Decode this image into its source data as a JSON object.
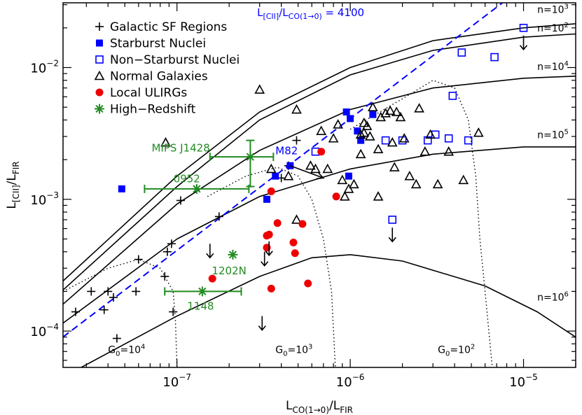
{
  "chart_data": {
    "type": "scatter",
    "log_x": true,
    "log_y": true,
    "xlim": [
      2.2e-08,
      2e-05
    ],
    "ylim": [
      5.3e-05,
      0.031
    ],
    "xlabel": {
      "main": "L",
      "sub": "CO(1→0)",
      "rest": "/L",
      "sub2": "FIR"
    },
    "ylabel": {
      "main": "L",
      "sub": "[CII]",
      "rest": "/L",
      "sub2": "FIR"
    },
    "x_ticks": [
      {
        "value": 1e-07,
        "base": "10",
        "exp": "−7"
      },
      {
        "value": 1e-06,
        "base": "10",
        "exp": "−6"
      },
      {
        "value": 1e-05,
        "base": "10",
        "exp": "−5"
      }
    ],
    "y_ticks": [
      {
        "value": 0.0001,
        "base": "10",
        "exp": "−4"
      },
      {
        "value": 0.001,
        "base": "10",
        "exp": "−3"
      },
      {
        "value": 0.01,
        "base": "10",
        "exp": "−2"
      }
    ],
    "colors": {
      "green": "#228B22",
      "blue": "#0000ff",
      "red": "#ee0000",
      "black": "#000000"
    },
    "legend": {
      "placement": "top-left",
      "entries": [
        {
          "label": "Galactic SF Regions",
          "marker": "plus",
          "color": "#000000"
        },
        {
          "label": "Starburst Nuclei",
          "marker": "filled-square",
          "color": "#0000ff"
        },
        {
          "label": "Non−Starburst Nuclei",
          "marker": "open-square",
          "color": "#0000ff"
        },
        {
          "label": "Normal Galaxies",
          "marker": "open-triangle",
          "color": "#000000"
        },
        {
          "label": "Local ULIRGs",
          "marker": "filled-circle",
          "color": "#ee0000"
        },
        {
          "label": "High−Redshift",
          "marker": "asterisk",
          "color": "#228B22"
        }
      ]
    },
    "ratio_line": {
      "ratio": 4100,
      "label_pre": "L",
      "label_sub1": "[CII]",
      "label_mid": "/L",
      "label_sub2": "CO(1→0)",
      "label_post": " = 4100",
      "color": "#0000ff"
    },
    "density_curves": [
      {
        "label": "n=10",
        "exp": "3",
        "points": [
          [
            2.2e-08,
            0.00024
          ],
          [
            1e-07,
            0.0015
          ],
          [
            3e-07,
            0.0046
          ],
          [
            1e-06,
            0.01
          ],
          [
            3e-06,
            0.016
          ],
          [
            1e-05,
            0.02
          ],
          [
            2e-05,
            0.0215
          ]
        ]
      },
      {
        "label": "n=10",
        "exp": "2",
        "points": [
          [
            2.2e-08,
            0.000205
          ],
          [
            1e-07,
            0.00125
          ],
          [
            3e-07,
            0.004
          ],
          [
            1e-06,
            0.0088
          ],
          [
            3e-06,
            0.0135
          ],
          [
            1e-05,
            0.017
          ],
          [
            2e-05,
            0.018
          ]
        ]
      },
      {
        "label": "n=10",
        "exp": "4",
        "points": [
          [
            2.2e-08,
            0.00016
          ],
          [
            1e-07,
            0.00092
          ],
          [
            3e-07,
            0.00235
          ],
          [
            1e-06,
            0.0048
          ],
          [
            3e-06,
            0.007
          ],
          [
            1e-05,
            0.0083
          ],
          [
            2e-05,
            0.0086
          ]
        ]
      },
      {
        "label": "n=10",
        "exp": "5",
        "points": [
          [
            2.2e-08,
            0.000115
          ],
          [
            1e-07,
            0.0005
          ],
          [
            3e-07,
            0.00105
          ],
          [
            1e-06,
            0.0017
          ],
          [
            3e-06,
            0.0022
          ],
          [
            1e-05,
            0.0025
          ],
          [
            2e-05,
            0.0025
          ]
        ]
      },
      {
        "label": "n=10",
        "exp": "6",
        "points": [
          [
            2.8e-08,
            5.3e-05
          ],
          [
            1e-07,
            0.00013
          ],
          [
            3e-07,
            0.00026
          ],
          [
            6e-07,
            0.00036
          ],
          [
            1e-06,
            0.00038
          ],
          [
            2e-06,
            0.00034
          ],
          [
            6e-06,
            0.00022
          ],
          [
            1.2e-05,
            0.00014
          ],
          [
            2e-05,
            9e-05
          ]
        ]
      }
    ],
    "g0_curves": [
      {
        "label": "G",
        "sub": "0",
        "rest": "=10",
        "exp": "4",
        "points": [
          [
            2.2e-08,
            0.0002
          ],
          [
            4e-08,
            0.0003
          ],
          [
            6e-08,
            0.00035
          ],
          [
            8e-08,
            0.0003
          ],
          [
            9.5e-08,
            0.0002
          ],
          [
            9.8e-08,
            0.00012
          ],
          [
            1e-07,
            5.3e-05
          ]
        ]
      },
      {
        "label": "G",
        "sub": "0",
        "rest": "=10",
        "exp": "3",
        "points": [
          [
            1.5e-07,
            0.00105
          ],
          [
            2.5e-07,
            0.0015
          ],
          [
            3.8e-07,
            0.00175
          ],
          [
            5e-07,
            0.0015
          ],
          [
            6e-07,
            0.001
          ],
          [
            7e-07,
            0.0005
          ],
          [
            7.8e-07,
            0.0002
          ],
          [
            8.2e-07,
            5.3e-05
          ]
        ]
      },
      {
        "label": "G",
        "sub": "0",
        "rest": "=10",
        "exp": "2",
        "points": [
          [
            1e-06,
            0.0034
          ],
          [
            2e-06,
            0.0058
          ],
          [
            3e-06,
            0.008
          ],
          [
            4e-06,
            0.007
          ],
          [
            4.8e-06,
            0.004
          ],
          [
            5.3e-06,
            0.0015
          ],
          [
            5.6e-06,
            0.0005
          ],
          [
            6e-06,
            0.0002
          ],
          [
            6.6e-06,
            5.3e-05
          ]
        ]
      }
    ],
    "series": [
      {
        "name": "Galactic SF Regions",
        "marker": "plus",
        "color": "#000000",
        "points": [
          [
            2.6e-08,
            0.00014
          ],
          [
            3.2e-08,
            0.0002
          ],
          [
            3.8e-08,
            0.000145
          ],
          [
            4e-08,
            0.0002
          ],
          [
            4.3e-08,
            0.00018
          ],
          [
            4.5e-08,
            8.8e-05
          ],
          [
            5.8e-08,
            0.0002
          ],
          [
            6e-08,
            0.00035
          ],
          [
            8.5e-08,
            0.00026
          ],
          [
            8.8e-08,
            0.0004
          ],
          [
            9.3e-08,
            0.00046
          ],
          [
            9.5e-08,
            0.00014
          ],
          [
            1.05e-07,
            0.00098
          ],
          [
            1.75e-07,
            0.00074
          ],
          [
            4e-07,
            0.00145
          ],
          [
            4.4e-07,
            0.0018
          ],
          [
            4.9e-07,
            0.0028
          ]
        ]
      },
      {
        "name": "Starburst Nuclei",
        "marker": "filled-square",
        "color": "#0000ff",
        "points": [
          [
            4.8e-08,
            0.0012
          ],
          [
            3.3e-07,
            0.001
          ],
          [
            3.7e-07,
            0.0015
          ],
          [
            4.5e-07,
            0.0018
          ],
          [
            9.5e-07,
            0.0046
          ],
          [
            1e-06,
            0.0041
          ],
          [
            1.1e-06,
            0.0033
          ],
          [
            1.15e-06,
            0.0028
          ],
          [
            1.35e-06,
            0.0044
          ],
          [
            9.8e-07,
            0.0015
          ]
        ]
      },
      {
        "name": "Non−Starburst Nuclei",
        "marker": "open-square",
        "color": "#0000ff",
        "points": [
          [
            1e-05,
            0.02
          ],
          [
            4.4e-06,
            0.013
          ],
          [
            6.8e-06,
            0.012
          ],
          [
            3.9e-06,
            0.0061
          ],
          [
            6.3e-07,
            0.0023
          ],
          [
            1.6e-06,
            0.0028
          ],
          [
            2e-06,
            0.0028
          ],
          [
            2.8e-06,
            0.0028
          ],
          [
            3.1e-06,
            0.0031
          ],
          [
            3.7e-06,
            0.0029
          ],
          [
            4.8e-06,
            0.0028
          ],
          [
            1.75e-06,
            0.0007
          ]
        ]
      },
      {
        "name": "Normal Galaxies",
        "marker": "open-triangle",
        "color": "#000000",
        "points": [
          [
            8.6e-08,
            0.0027
          ],
          [
            3e-07,
            0.0068
          ],
          [
            4.9e-07,
            0.0048
          ],
          [
            3.5e-07,
            0.0017
          ],
          [
            4.4e-07,
            0.0015
          ],
          [
            4.9e-07,
            0.0007
          ],
          [
            5.9e-07,
            0.0018
          ],
          [
            6.3e-07,
            0.0017
          ],
          [
            6.8e-07,
            0.0033
          ],
          [
            7.4e-07,
            0.0017
          ],
          [
            8e-07,
            0.0029
          ],
          [
            8.5e-07,
            0.0037
          ],
          [
            9e-07,
            0.0014
          ],
          [
            9.3e-07,
            0.00105
          ],
          [
            9.8e-07,
            0.0012
          ],
          [
            1.05e-06,
            0.0013
          ],
          [
            1.15e-06,
            0.0031
          ],
          [
            1.2e-06,
            0.0038
          ],
          [
            1.25e-06,
            0.0036
          ],
          [
            1.3e-06,
            0.003
          ],
          [
            1.35e-06,
            0.005
          ],
          [
            1.45e-06,
            0.00105
          ],
          [
            1.45e-06,
            0.0024
          ],
          [
            1.5e-06,
            0.0042
          ],
          [
            1.6e-06,
            0.0045
          ],
          [
            1.7e-06,
            0.0047
          ],
          [
            1.75e-06,
            0.0027
          ],
          [
            1.8e-06,
            0.00175
          ],
          [
            1.85e-06,
            0.0046
          ],
          [
            1.95e-06,
            0.0042
          ],
          [
            2.05e-06,
            0.0029
          ],
          [
            2.2e-06,
            0.0015
          ],
          [
            2.4e-06,
            0.0013
          ],
          [
            2.5e-06,
            0.0049
          ],
          [
            2.7e-06,
            0.0023
          ],
          [
            2.9e-06,
            0.0031
          ],
          [
            3.2e-06,
            0.0013
          ],
          [
            3.7e-06,
            0.0023
          ],
          [
            4.5e-06,
            0.0014
          ],
          [
            5.5e-06,
            0.0032
          ],
          [
            1.15e-06,
            0.0022
          ],
          [
            1.2e-06,
            0.0032
          ]
        ]
      },
      {
        "name": "Local ULIRGs",
        "marker": "filled-circle",
        "color": "#ee0000",
        "points": [
          [
            3.5e-07,
            0.00115
          ],
          [
            6.8e-07,
            0.0023
          ],
          [
            8.3e-07,
            0.00105
          ],
          [
            3.8e-07,
            0.00066
          ],
          [
            4.7e-07,
            0.00047
          ],
          [
            4.8e-07,
            0.00039
          ],
          [
            5.3e-07,
            0.00065
          ],
          [
            3.3e-07,
            0.00053
          ],
          [
            3.3e-07,
            0.00043
          ],
          [
            3.4e-07,
            0.00054
          ],
          [
            3.5e-07,
            0.00021
          ],
          [
            5.7e-07,
            0.00023
          ],
          [
            1.6e-07,
            0.00025
          ]
        ]
      },
      {
        "name": "High−Redshift",
        "marker": "asterisk",
        "color": "#228B22",
        "points": [
          [
            2.65e-07,
            0.0021
          ],
          [
            1.3e-07,
            0.0012
          ],
          [
            2.1e-07,
            0.00038
          ],
          [
            1.4e-07,
            0.0002
          ]
        ]
      }
    ],
    "upper_limits": [
      {
        "x": 1e-05,
        "y": 0.0175,
        "color": "#000000"
      },
      {
        "x": 1.75e-06,
        "y": 0.00061,
        "color": "#000000"
      },
      {
        "x": 1.55e-07,
        "y": 0.00046,
        "color": "#000000"
      },
      {
        "x": 3.2e-07,
        "y": 0.0004,
        "color": "#000000"
      },
      {
        "x": 3.4e-07,
        "y": 0.00048,
        "color": "#000000"
      },
      {
        "x": 3.1e-07,
        "y": 0.00013,
        "color": "#000000"
      }
    ],
    "error_bars": [
      {
        "x": 2.65e-07,
        "y": 0.0021,
        "xlo": 1.55e-07,
        "xhi": 3.6e-07,
        "ylo": 0.00125,
        "yhi": 0.0028,
        "color": "#228B22"
      },
      {
        "x": 1.3e-07,
        "y": 0.0012,
        "xlo": 6.5e-08,
        "xhi": 2.6e-07,
        "ylo": 0.0012,
        "yhi": 0.0012,
        "color": "#228B22"
      },
      {
        "x": 1.4e-07,
        "y": 0.0002,
        "xlo": 8.5e-08,
        "xhi": 2.35e-07,
        "ylo": 0.0002,
        "yhi": 0.0002,
        "color": "#228B22"
      }
    ],
    "m82_arrow": {
      "from": [
        4.5e-07,
        0.0018
      ],
      "to": [
        7e-07,
        0.00145
      ],
      "color": "#000000"
    },
    "annotations": [
      {
        "text": "MIPS J1428",
        "x": 1.55e-07,
        "y": 0.0023,
        "anchor": "end",
        "color": "#228B22"
      },
      {
        "text": "0952",
        "x": 1.14e-07,
        "y": 0.00135,
        "anchor": "middle",
        "color": "#228B22"
      },
      {
        "text": "1202N",
        "x": 2e-07,
        "y": 0.00027,
        "anchor": "middle",
        "color": "#228B22"
      },
      {
        "text": "1148",
        "x": 1.37e-07,
        "y": 0.000145,
        "anchor": "middle",
        "color": "#228B22"
      },
      {
        "text": "M82",
        "x": 3.7e-07,
        "y": 0.0022,
        "anchor": "start",
        "color": "#0000ff"
      }
    ]
  }
}
